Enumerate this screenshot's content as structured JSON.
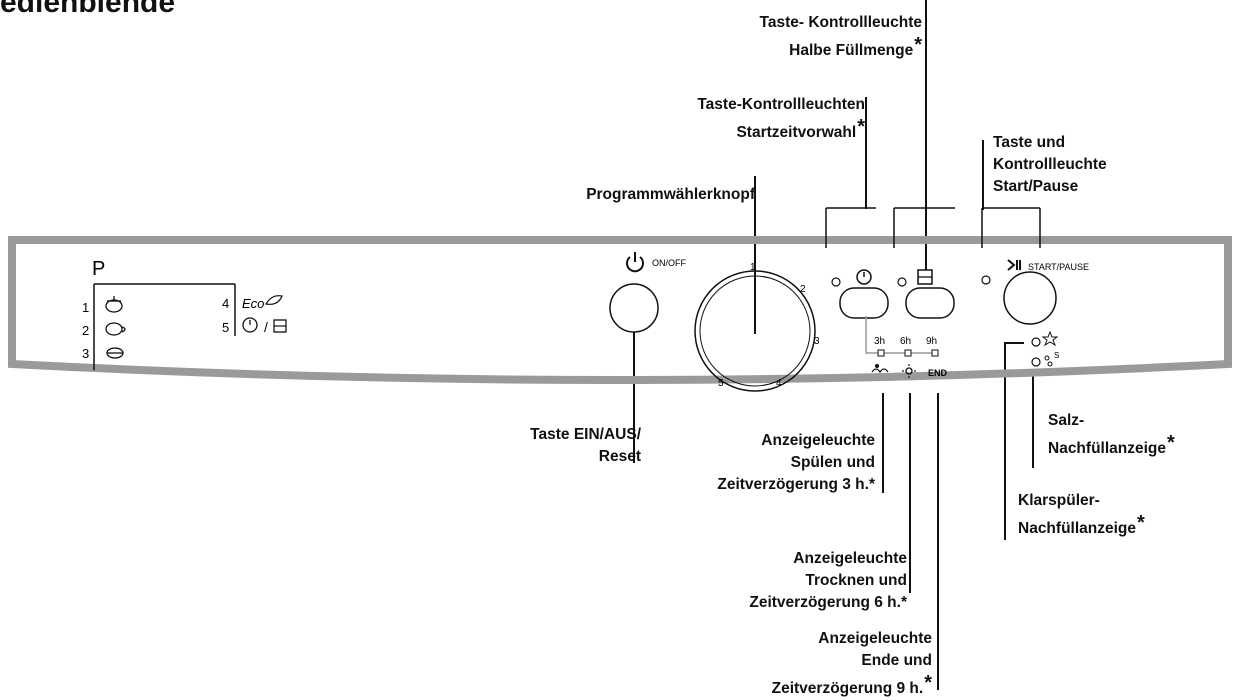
{
  "title": "edienblende",
  "callouts": {
    "half_load": {
      "line1": "Taste- Kontrollleuchte",
      "line2": "Halbe Füllmenge",
      "star": "*"
    },
    "delay_start": {
      "line1": "Taste-Kontrollleuchten",
      "line2": "Startzeitvorwahl",
      "star": "*"
    },
    "start_pause": {
      "line1": "Taste und",
      "line2": "Kontrollleuchte",
      "line3": "Start/Pause"
    },
    "program_knob": {
      "line1": "Programmwählerknopf"
    },
    "on_off": {
      "line1": "Taste EIN/AUS/",
      "line2": "Reset"
    },
    "rinse_3h": {
      "line1": "Anzeigeleuchte",
      "line2": "Spülen und",
      "line3": "Zeitverzögerung 3 h.*"
    },
    "dry_6h": {
      "line1": "Anzeigeleuchte",
      "line2": "Trocknen und",
      "line3": "Zeitverzögerung 6 h.*"
    },
    "end_9h": {
      "line1": "Anzeigeleuchte",
      "line2": "Ende und",
      "line3": "Zeitverzögerung 9 h.",
      "star": "*"
    },
    "salt": {
      "line1": "Salz-",
      "line2": "Nachfüllanzeige",
      "star": "*"
    },
    "rinse_aid": {
      "line1": "Klarspüler-",
      "line2": "Nachfüllanzeige",
      "star": "*"
    }
  },
  "panel": {
    "program_header": "P",
    "programs": [
      {
        "num": "1",
        "icon": "pot-icon"
      },
      {
        "num": "2",
        "icon": "cup-icon"
      },
      {
        "num": "3",
        "icon": "bowl-icon"
      },
      {
        "num": "4",
        "label": "Eco",
        "icon": "eco-leaf-icon"
      },
      {
        "num": "5",
        "label": "/",
        "icon": "timer-half-load-icon"
      }
    ],
    "onoff_label": "ON/OFF",
    "dial_numbers": [
      "1",
      "2",
      "3",
      "4",
      "5"
    ],
    "delay_labels": [
      "3h",
      "6h",
      "9h"
    ],
    "end_label": "END",
    "start_pause_label": "START/PAUSE",
    "salt_superscript": "S"
  }
}
